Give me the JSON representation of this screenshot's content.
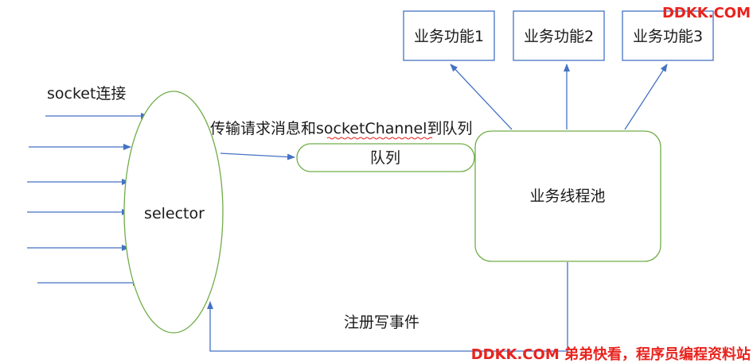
{
  "labels": {
    "socket_connect": "socket连接",
    "selector": "selector",
    "transfer": "传输请求消息和socketChannel到队列",
    "queue": "队列",
    "pool": "业务线程池",
    "register": "注册写事件",
    "func1": "业务功能1",
    "func2": "业务功能2",
    "func3": "业务功能3"
  },
  "watermark": {
    "top": "DDKK.COM",
    "bottom": "DDKK.COM 弟弟快看，程序员编程资料站"
  },
  "colors": {
    "arrow": "#4472c4",
    "ellipse": "#70ad47",
    "text": "#1a1a1a",
    "watermark": "#e8231e",
    "box_border": "#4472c4",
    "squiggle": "#e8231e"
  }
}
